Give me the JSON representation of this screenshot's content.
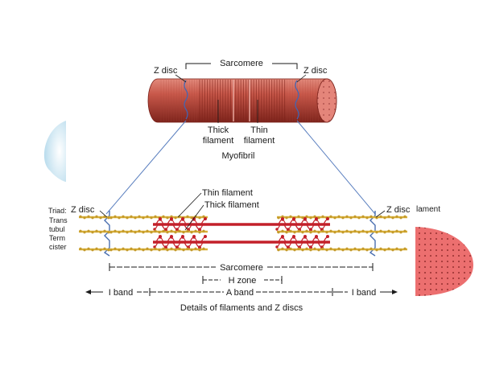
{
  "top": {
    "z_disc_left": "Z disc",
    "z_disc_right": "Z disc",
    "sarcomere": "Sarcomere",
    "thick_filament": [
      "Thick",
      "filament"
    ],
    "thin_filament": [
      "Thin",
      "filament"
    ],
    "myofibril": "Myofibril"
  },
  "detail": {
    "z_disc_left": "Z disc",
    "z_disc_right": "Z disc",
    "thin_filament": "Thin filament",
    "thick_filament": "Thick filament",
    "sarcomere": "Sarcomere",
    "h_zone": "H zone",
    "a_band": "A band",
    "i_band_left": "I band",
    "i_band_right": "I band",
    "caption": "Details of filaments and Z discs"
  },
  "left_fragment": {
    "lines": [
      "Triad:",
      "Trans",
      "tubul",
      "Term",
      "cister"
    ]
  },
  "right_fragment": {
    "text": "lament"
  },
  "colors": {
    "muscle": "#c8584a",
    "muscle_dark": "#8e2a20",
    "actin": "#d9b13a",
    "myosin": "#c3202a",
    "z_disc": "#4a6fb0",
    "pink": "#e86a6a",
    "blue_pale": "#cfe6f2"
  }
}
